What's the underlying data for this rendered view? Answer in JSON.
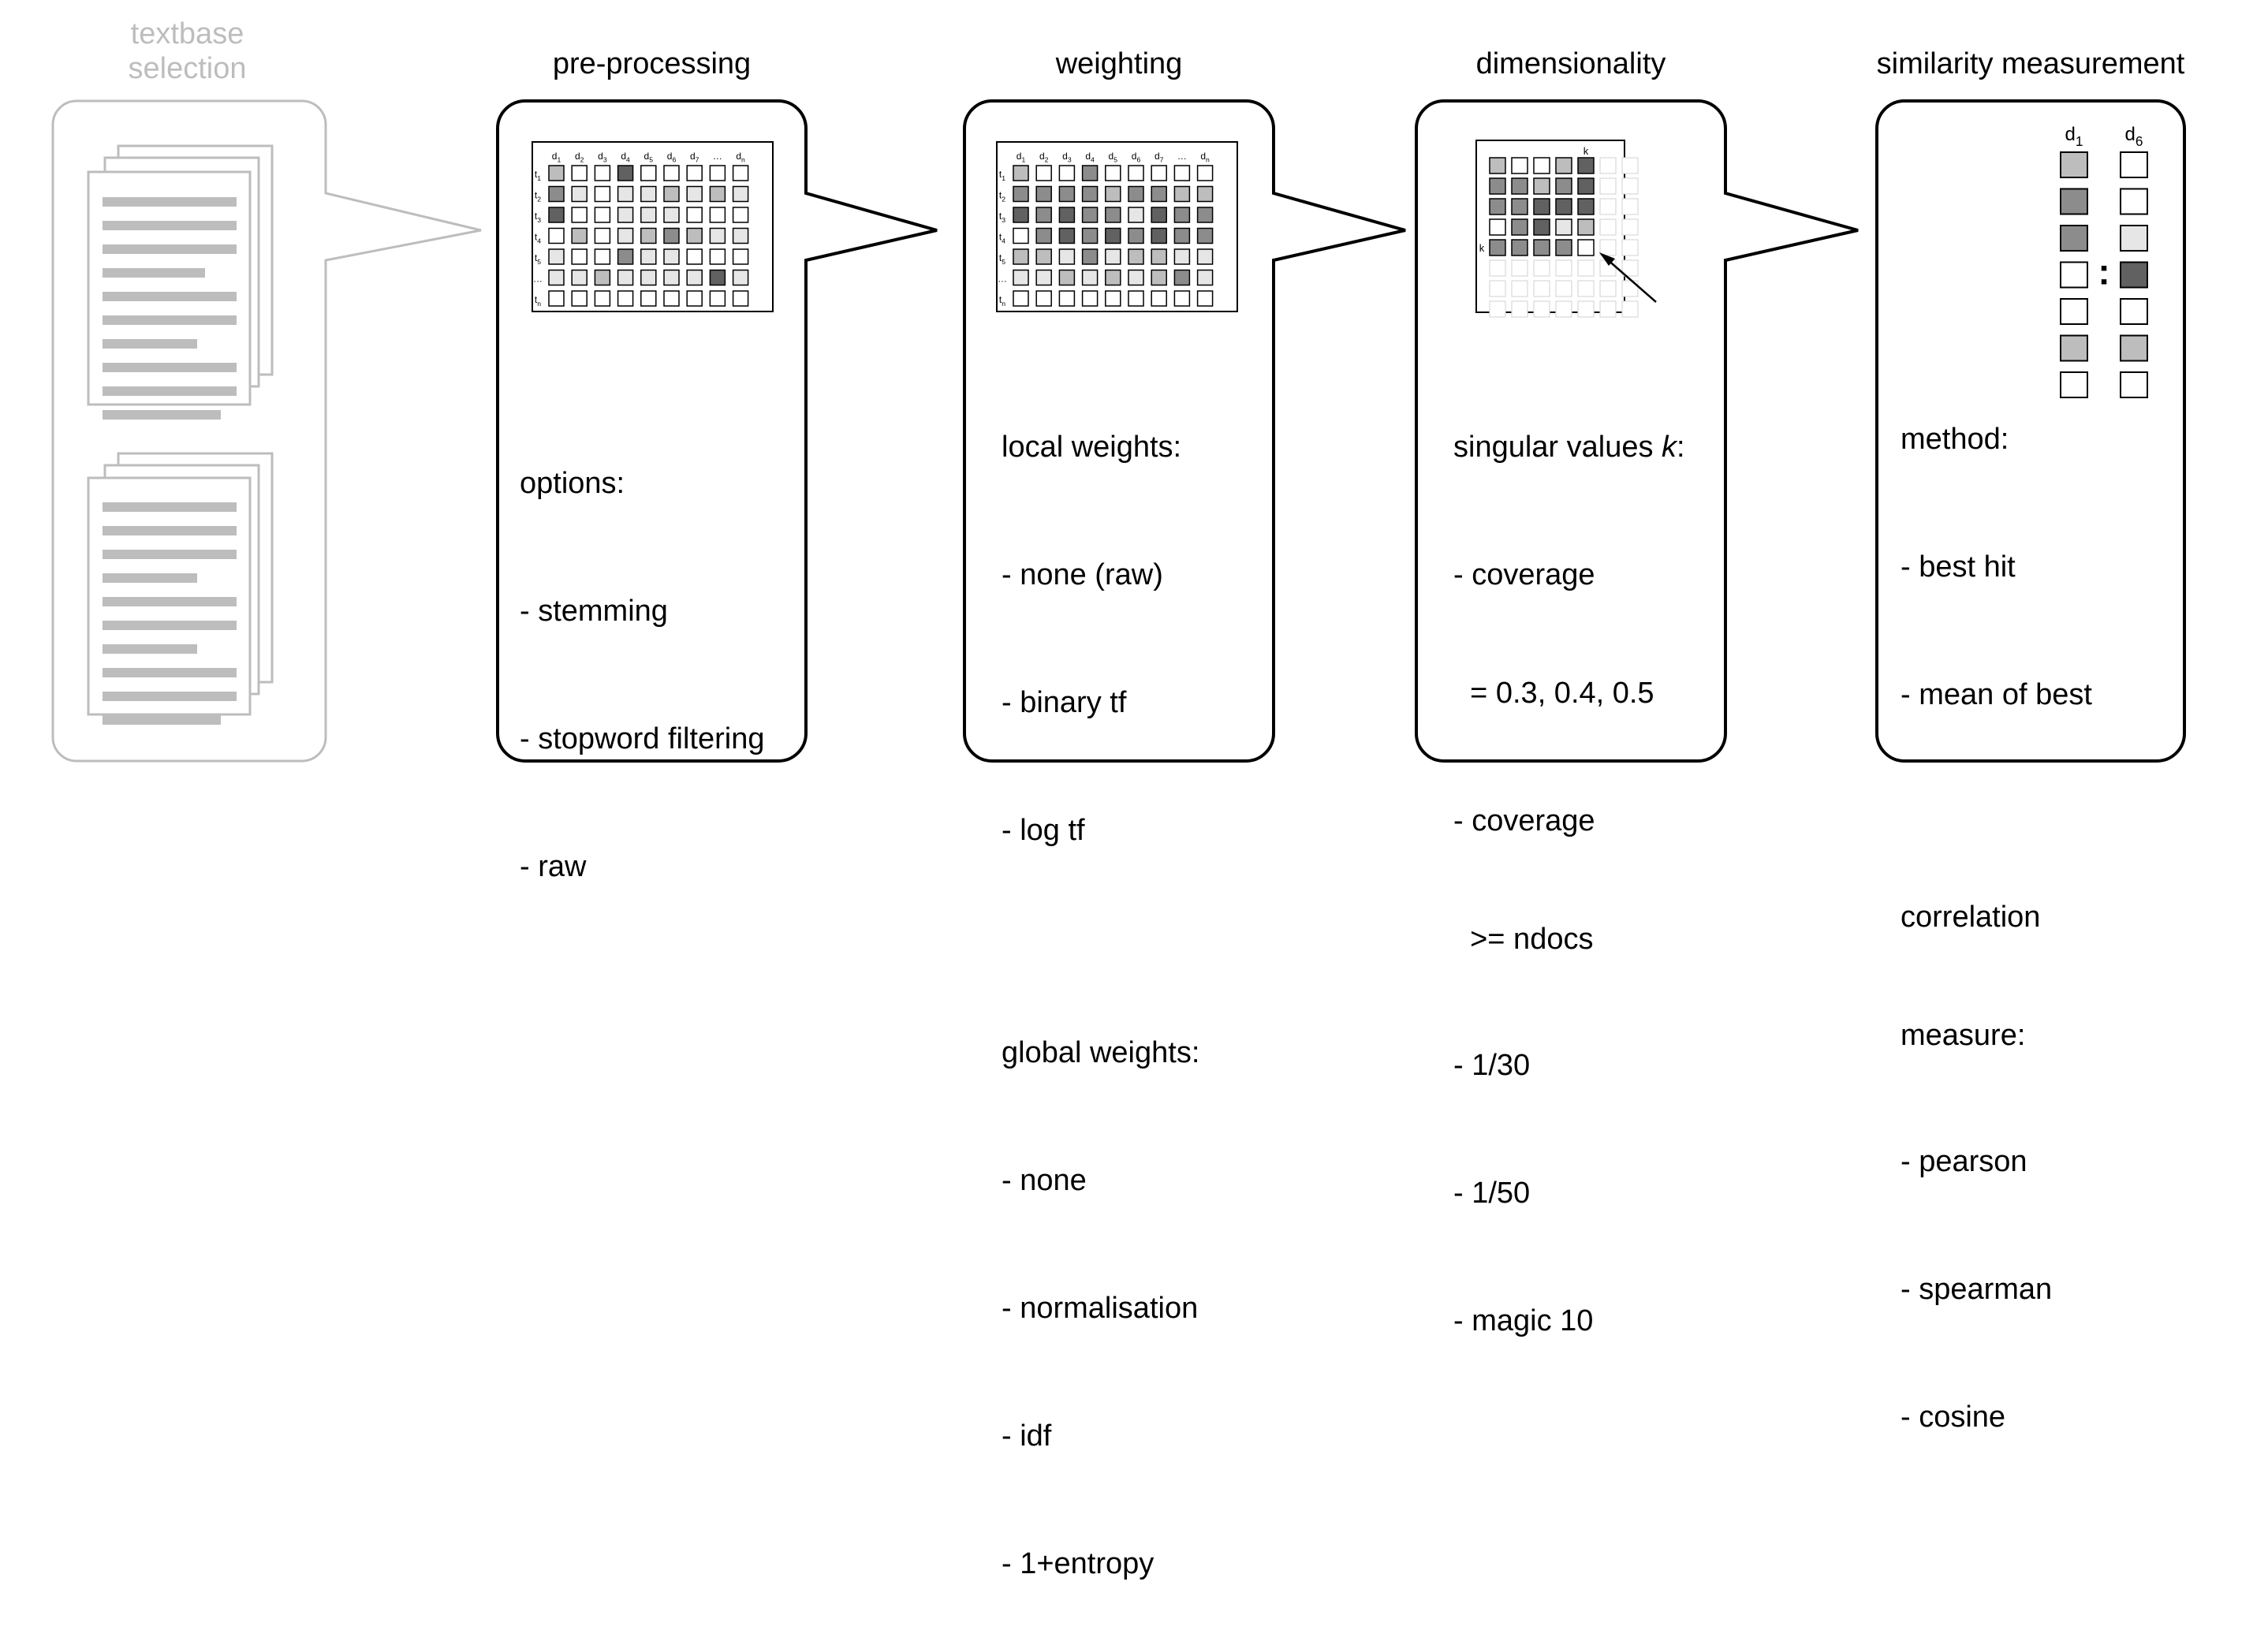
{
  "stages": {
    "textbase": {
      "title_line1": "textbase",
      "title_line2": "selection"
    },
    "preprocessing": {
      "title": "pre-processing",
      "options_heading": "options:",
      "options": [
        "- stemming",
        "- stopword filtering",
        "- raw"
      ]
    },
    "weighting": {
      "title": "weighting",
      "local_heading": "local weights:",
      "local": [
        "- none (raw)",
        "- binary tf",
        "- log tf"
      ],
      "global_heading": "global weights:",
      "global": [
        "- none",
        "- normalisation",
        "- idf",
        "- 1+entropy"
      ]
    },
    "dimensionality": {
      "title": "dimensionality",
      "heading_prefix": "singular values ",
      "heading_var": "k",
      "heading_suffix": ":",
      "items": [
        {
          "line1": "- coverage",
          "line2": "  = 0.3, 0.4, 0.5"
        },
        {
          "line1": "- coverage",
          "line2": "  >= ndocs"
        },
        {
          "line1": "- 1/30"
        },
        {
          "line1": "- 1/50"
        },
        {
          "line1": "- magic 10"
        }
      ],
      "matrix_k_top": "k",
      "matrix_k_left": "k"
    },
    "similarity": {
      "title": "similarity measurement",
      "method_heading": "method:",
      "methods": [
        "- best hit",
        "- mean of best"
      ],
      "corr_heading_line1": "correlation",
      "corr_heading_line2": "measure:",
      "measures": [
        "- pearson",
        "- spearman",
        "- cosine"
      ],
      "col_a": {
        "base": "d",
        "sub": "1"
      },
      "col_b": {
        "base": "d",
        "sub": "6"
      },
      "separator": ":"
    }
  },
  "matrix": {
    "col_labels": [
      {
        "base": "d",
        "sub": "1"
      },
      {
        "base": "d",
        "sub": "2"
      },
      {
        "base": "d",
        "sub": "3"
      },
      {
        "base": "d",
        "sub": "4"
      },
      {
        "base": "d",
        "sub": "5"
      },
      {
        "base": "d",
        "sub": "6"
      },
      {
        "base": "d",
        "sub": "7"
      },
      {
        "base": "…",
        "sub": ""
      },
      {
        "base": "d",
        "sub": "n"
      }
    ],
    "row_labels": [
      {
        "base": "t",
        "sub": "1"
      },
      {
        "base": "t",
        "sub": "2"
      },
      {
        "base": "t",
        "sub": "3"
      },
      {
        "base": "t",
        "sub": "4"
      },
      {
        "base": "t",
        "sub": "5"
      },
      {
        "base": "…",
        "sub": ""
      },
      {
        "base": "t",
        "sub": "n"
      }
    ]
  },
  "colors": {
    "shade_levels": [
      "#ffffff",
      "#e6e6e6",
      "#bdbdbd",
      "#8c8c8c",
      "#616161"
    ],
    "stroke": "#000000",
    "inactive": "#bdbdbd",
    "faint_cell": "#d9d9d9"
  },
  "grids": {
    "preprocessing": [
      [
        2,
        0,
        0,
        4,
        0,
        0,
        0,
        0,
        0
      ],
      [
        3,
        1,
        0,
        1,
        1,
        2,
        1,
        2,
        1
      ],
      [
        4,
        0,
        0,
        1,
        1,
        1,
        0,
        0,
        0
      ],
      [
        0,
        2,
        0,
        1,
        2,
        3,
        2,
        1,
        1
      ],
      [
        1,
        0,
        0,
        3,
        1,
        1,
        0,
        0,
        0
      ],
      [
        1,
        1,
        2,
        1,
        1,
        1,
        1,
        4,
        1
      ],
      [
        0,
        0,
        0,
        0,
        0,
        0,
        0,
        0,
        0
      ]
    ],
    "weighting": [
      [
        2,
        0,
        0,
        3,
        0,
        0,
        0,
        0,
        0
      ],
      [
        3,
        3,
        3,
        3,
        2,
        3,
        3,
        2,
        2
      ],
      [
        4,
        3,
        4,
        3,
        3,
        1,
        4,
        3,
        3
      ],
      [
        0,
        3,
        4,
        3,
        4,
        3,
        4,
        3,
        3
      ],
      [
        2,
        2,
        1,
        3,
        1,
        2,
        2,
        1,
        1
      ],
      [
        1,
        1,
        2,
        1,
        2,
        1,
        2,
        3,
        1
      ],
      [
        0,
        0,
        0,
        0,
        0,
        0,
        0,
        0,
        0
      ]
    ],
    "dimensionality": [
      [
        2,
        0,
        0,
        2,
        4,
        0,
        0
      ],
      [
        3,
        3,
        2,
        3,
        4,
        0,
        0
      ],
      [
        3,
        3,
        4,
        4,
        4,
        0,
        0
      ],
      [
        0,
        3,
        4,
        1,
        2,
        0,
        0
      ],
      [
        3,
        3,
        3,
        3,
        0,
        0,
        0
      ]
    ],
    "similarity_a": [
      2,
      3,
      3,
      0,
      0,
      2,
      0
    ],
    "similarity_b": [
      0,
      0,
      1,
      4,
      0,
      2,
      0
    ]
  }
}
